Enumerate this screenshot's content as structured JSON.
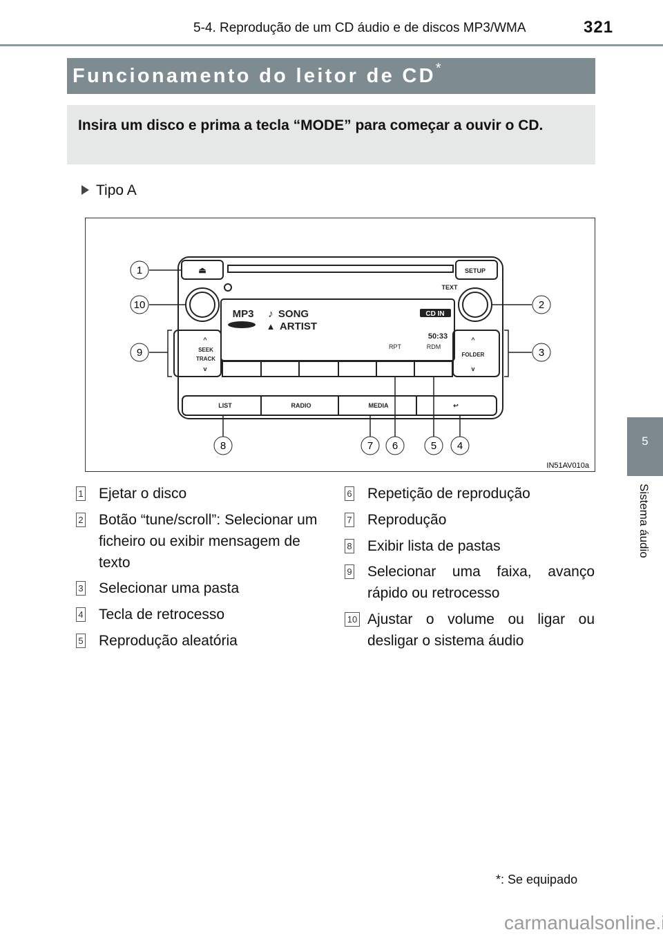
{
  "header": {
    "section": "5-4. Reprodução de um CD áudio e de discos MP3/WMA",
    "page_number": "321"
  },
  "side_tab": {
    "number": "5",
    "label": "Sistema áudio"
  },
  "title": {
    "text": "Funcionamento do leitor de CD",
    "mark": "*"
  },
  "intro": "Insira um disco e prima a tecla “MODE” para começar a ouvir o CD.",
  "type_label": "Tipo A",
  "diagram": {
    "code": "IN51AV010a",
    "labels": {
      "setup": "SETUP",
      "text": "TEXT",
      "mp3": "MP3",
      "song": "SONG",
      "artist": "ARTIST",
      "cd_in": "CD IN",
      "time": "50:33",
      "rpt": "RPT",
      "rdm": "RDM",
      "seek": "SEEK",
      "track": "TRACK",
      "folder": "FOLDER",
      "list": "LIST",
      "radio": "RADIO",
      "media": "MEDIA"
    },
    "callouts": [
      "1",
      "2",
      "3",
      "4",
      "5",
      "6",
      "7",
      "8",
      "9",
      "10"
    ]
  },
  "legend_left": [
    {
      "n": "1",
      "text": "Ejetar o disco"
    },
    {
      "n": "2",
      "text": "Botão “tune/scroll”: Selecionar um ficheiro ou exibir mensagem de texto"
    },
    {
      "n": "3",
      "text": "Selecionar uma pasta"
    },
    {
      "n": "4",
      "text": "Tecla de retrocesso"
    },
    {
      "n": "5",
      "text": "Reprodução aleatória"
    }
  ],
  "legend_right": [
    {
      "n": "6",
      "text": "Repetição de reprodução"
    },
    {
      "n": "7",
      "text": "Reprodução"
    },
    {
      "n": "8",
      "text": "Exibir lista de pastas"
    },
    {
      "n": "9",
      "text": "Selecionar uma faixa, avanço rápido ou retrocesso"
    },
    {
      "n": "10",
      "text": "Ajustar o volume ou ligar ou desligar o sistema áudio"
    }
  ],
  "footnote": "*: Se equipado",
  "watermark": "carmanualsonline.info"
}
